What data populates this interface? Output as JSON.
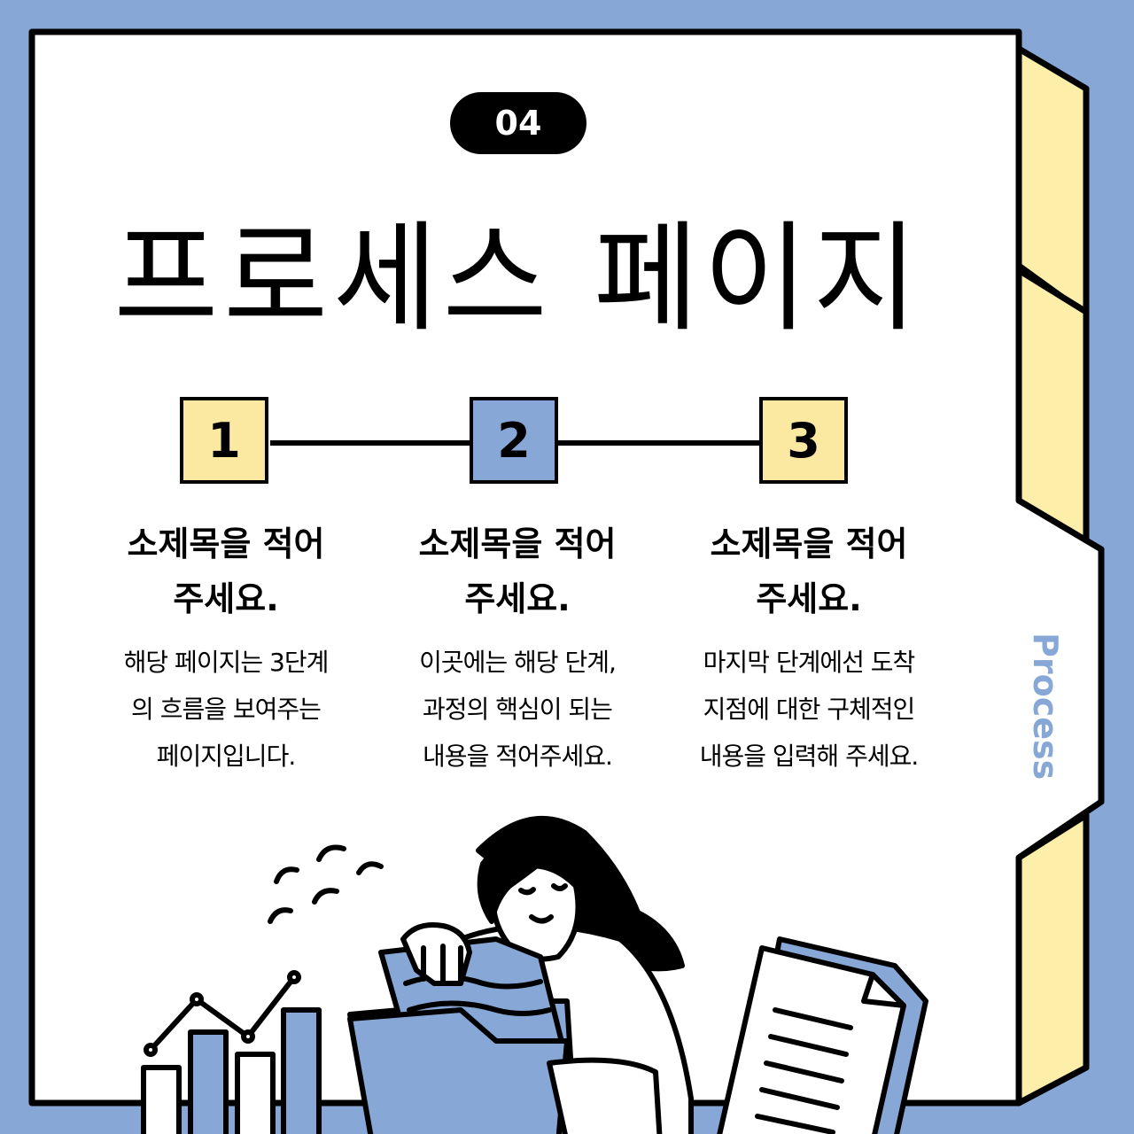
{
  "colors": {
    "background": "#87a7d6",
    "card": "#ffffff",
    "tab": "#fdeeaa",
    "step_yellow": "#fbe9a2",
    "step_blue": "#87a7d6",
    "ink": "#000000"
  },
  "header": {
    "badge": "04",
    "title": "프로세스 페이지"
  },
  "side_tab": {
    "label": "Process"
  },
  "steps": [
    {
      "number": "1",
      "subtitle": "소제목을 적어주세요.",
      "description": "해당 페이지는 3단계\n의 흐름을 보여주는\n페이지입니다.",
      "color": "#fbe9a2"
    },
    {
      "number": "2",
      "subtitle": "소제목을 적어주세요.",
      "description": "이곳에는 해당 단계,\n과정의 핵심이 되는\n내용을 적어주세요.",
      "color": "#87a7d6"
    },
    {
      "number": "3",
      "subtitle": "소제목을 적어주세요.",
      "description": "마지막 단계에선 도착\n지점에 대한 구체적인\n내용을 입력해 주세요.",
      "color": "#fbe9a2"
    }
  ],
  "illustration": {
    "icon": "woman-reading-documents-illustration"
  }
}
